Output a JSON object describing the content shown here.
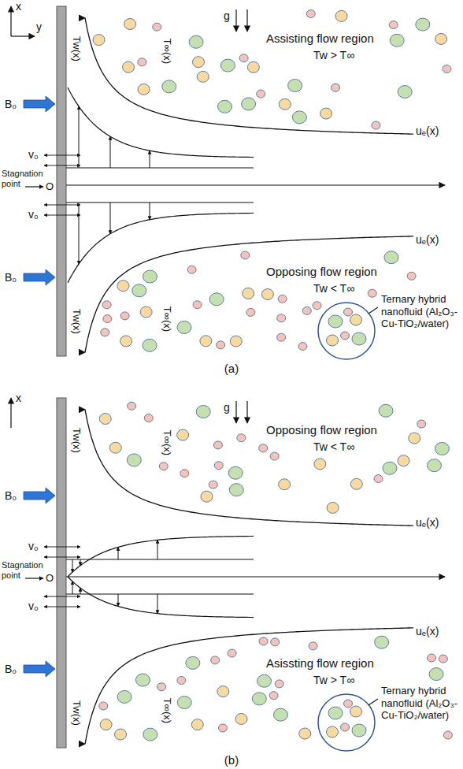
{
  "diagram": {
    "labels": [
      "x",
      "y",
      "Tw(x)",
      "T∞(x)",
      "g",
      "Assisting flow region",
      "Tw > T∞",
      "B₀",
      "v₀",
      "uₑ(x)",
      "Stagnation point",
      "O",
      "v₀",
      "uₑ(x)",
      "Opposing flow region",
      "Tw < T∞",
      "B₀",
      "T∞(x)",
      "Tw(x)",
      "Ternary hybrid nanofluid (Al₂O₃-Cu-TiO₂/water)",
      "(a)",
      "x",
      "Tw(x)",
      "T∞(x)",
      "g",
      "Opposing flow region",
      "Tw < T∞",
      "B₀",
      "v₀",
      "uₑ(x)",
      "Stagnation point",
      "O",
      "v₀",
      "uₑ(x)",
      "Asissting flow region",
      "Tw > T∞",
      "B₀",
      "T∞(x)",
      "Tw(x)",
      "Ternary hybrid nanofluid (Al₂O₃-Cu-TiO₂/water)",
      "(b)"
    ]
  }
}
